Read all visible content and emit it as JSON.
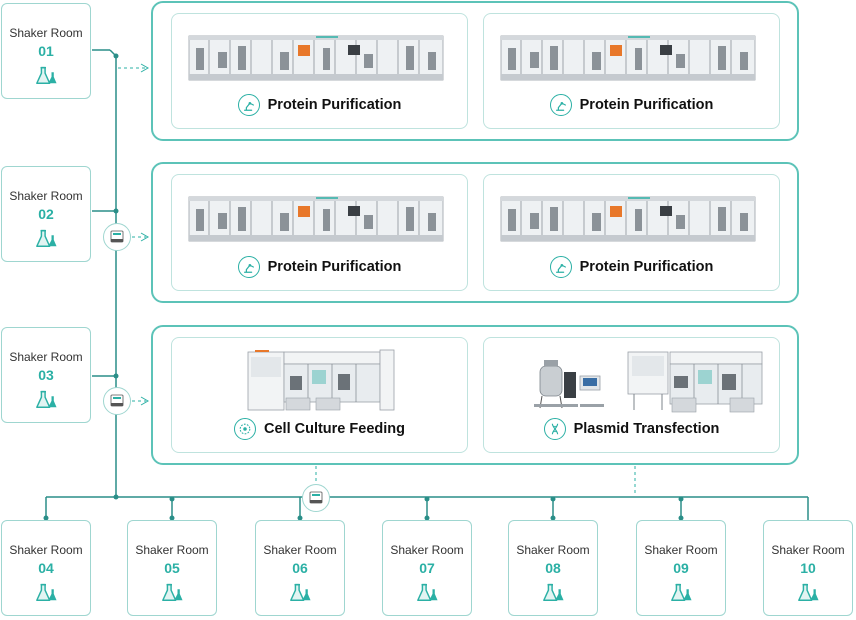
{
  "rooms": [
    {
      "label": "Shaker Room",
      "number": "01"
    },
    {
      "label": "Shaker Room",
      "number": "02"
    },
    {
      "label": "Shaker Room",
      "number": "03"
    },
    {
      "label": "Shaker Room",
      "number": "04"
    },
    {
      "label": "Shaker Room",
      "number": "05"
    },
    {
      "label": "Shaker Room",
      "number": "06"
    },
    {
      "label": "Shaker Room",
      "number": "07"
    },
    {
      "label": "Shaker Room",
      "number": "08"
    },
    {
      "label": "Shaker Room",
      "number": "09"
    },
    {
      "label": "Shaker Room",
      "number": "10"
    }
  ],
  "panels": [
    {
      "cards": [
        {
          "label": "Protein Purification",
          "icon": "robot-arm-icon"
        },
        {
          "label": "Protein Purification",
          "icon": "robot-arm-icon"
        }
      ]
    },
    {
      "cards": [
        {
          "label": "Protein Purification",
          "icon": "robot-arm-icon"
        },
        {
          "label": "Protein Purification",
          "icon": "robot-arm-icon"
        }
      ]
    },
    {
      "cards": [
        {
          "label": "Cell Culture Feeding",
          "icon": "cell-icon"
        },
        {
          "label": "Plasmid Transfection",
          "icon": "dna-icon"
        }
      ]
    }
  ],
  "colors": {
    "accent": "#2bb0a5",
    "line": "#2a8e88",
    "border": "#5cc3b8",
    "card_border": "#bfe3de"
  }
}
